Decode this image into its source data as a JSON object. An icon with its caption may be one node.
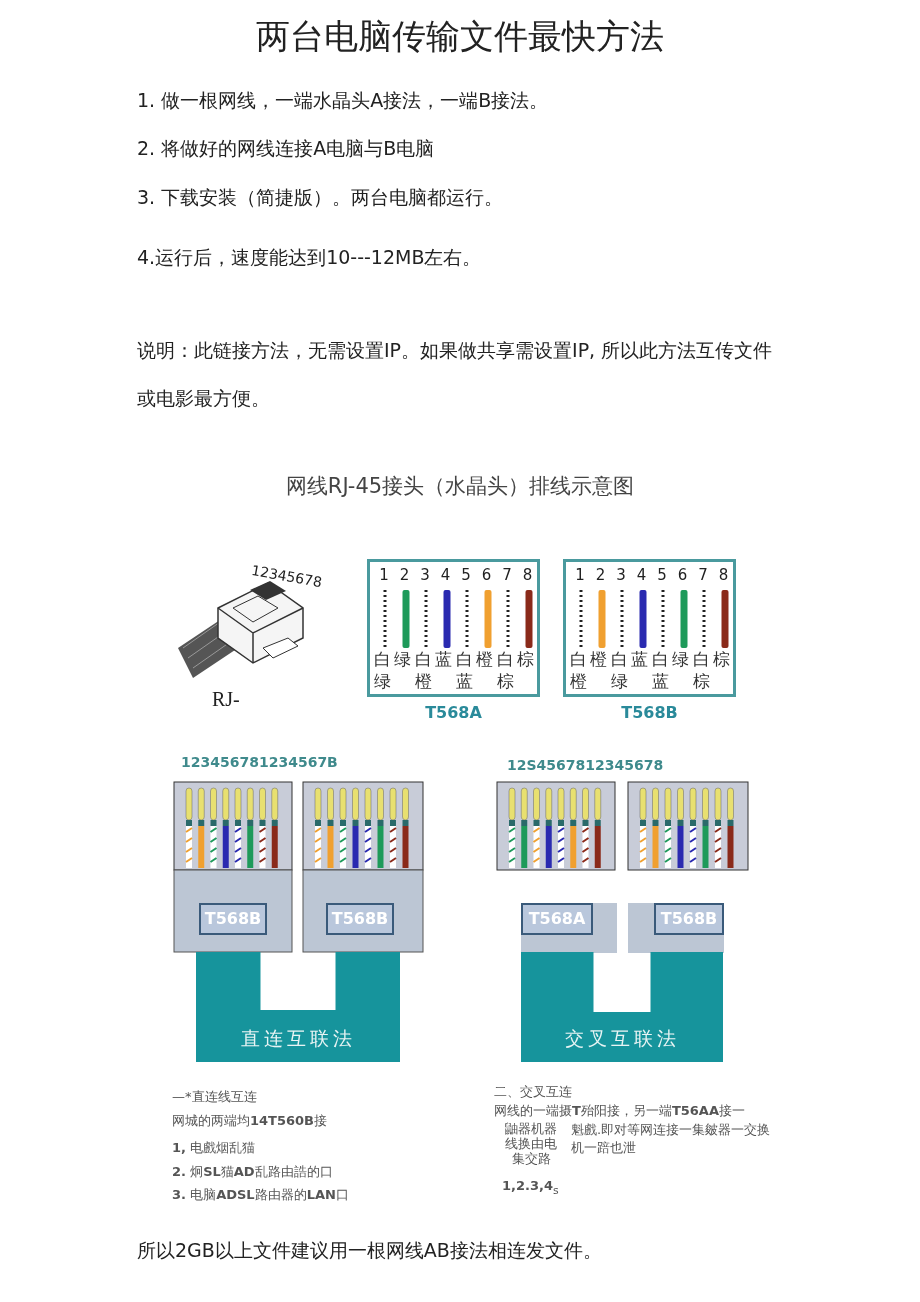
{
  "diagram": {
    "title": "两台电脑传输文件最快方法",
    "nodes": [
      {
        "text": [
          "1",
          "2",
          "3",
          "4",
          "5",
          "6",
          "7",
          "8",
          "白绿",
          "绿",
          "白橙",
          "蓝",
          "白蓝",
          "橙",
          "白棕",
          "棕"
        ],
        "beside": [
          "T568A"
        ]
      },
      {
        "text": [
          "1",
          "2",
          "3",
          "4",
          "5",
          "6",
          "7",
          "8",
          "白橙",
          "橙",
          "白绿",
          "蓝",
          "白蓝",
          "绿",
          "白棕",
          "棕"
        ],
        "beside": [
          "T568B"
        ]
      },
      {
        "text": [
          "T568B"
        ]
      },
      {
        "text": [
          "T568B"
        ]
      },
      {
        "text": [
          "T568A"
        ]
      },
      {
        "text": [
          "T568B"
        ]
      },
      {
        "text": [
          "直连互联法"
        ]
      },
      {
        "text": [
          "交叉互联法"
        ]
      }
    ],
    "labels": [
      "1. 做一根网线，一端水晶头A接法，一端B接法。",
      "2. 将做好的网线连接A电脑与B电脑",
      "3. 下载安装（简捷版）。两台电脑都运行。",
      "4.运行后，速度能达到10---12MB左右。",
      "说明：此链接方法，无需设置IP。如果做共享需设置IP, 所以此方法互传文件或电影最方便。",
      "网线RJ-45接头（水晶头）排线示意图",
      "12345678",
      "RJ-",
      "123456781234567B",
      "12S4567812345678",
      "—*直连线互连",
      "网城的两端均**14T560B**接",
      "**1,** 电戲烟乱猫",
      "**2.** 炯**SL**猫**AD**乱路由誥的口",
      "**3.** 电脑**ADSL**路由器的**LAN**口",
      "二、交叉互连",
      "网线的一端摄**T**殆阳接，另一端**T56AA**接一",
      "鼬器机器线换由电集交路",
      "魁戲.即对等网连接一集皴器一交换机一踣也泄",
      "**1,2.3,4**$_{s}$",
      "所以2GB以上文件建议用一根网线AB接法相连发文件。"
    ]
  }
}
